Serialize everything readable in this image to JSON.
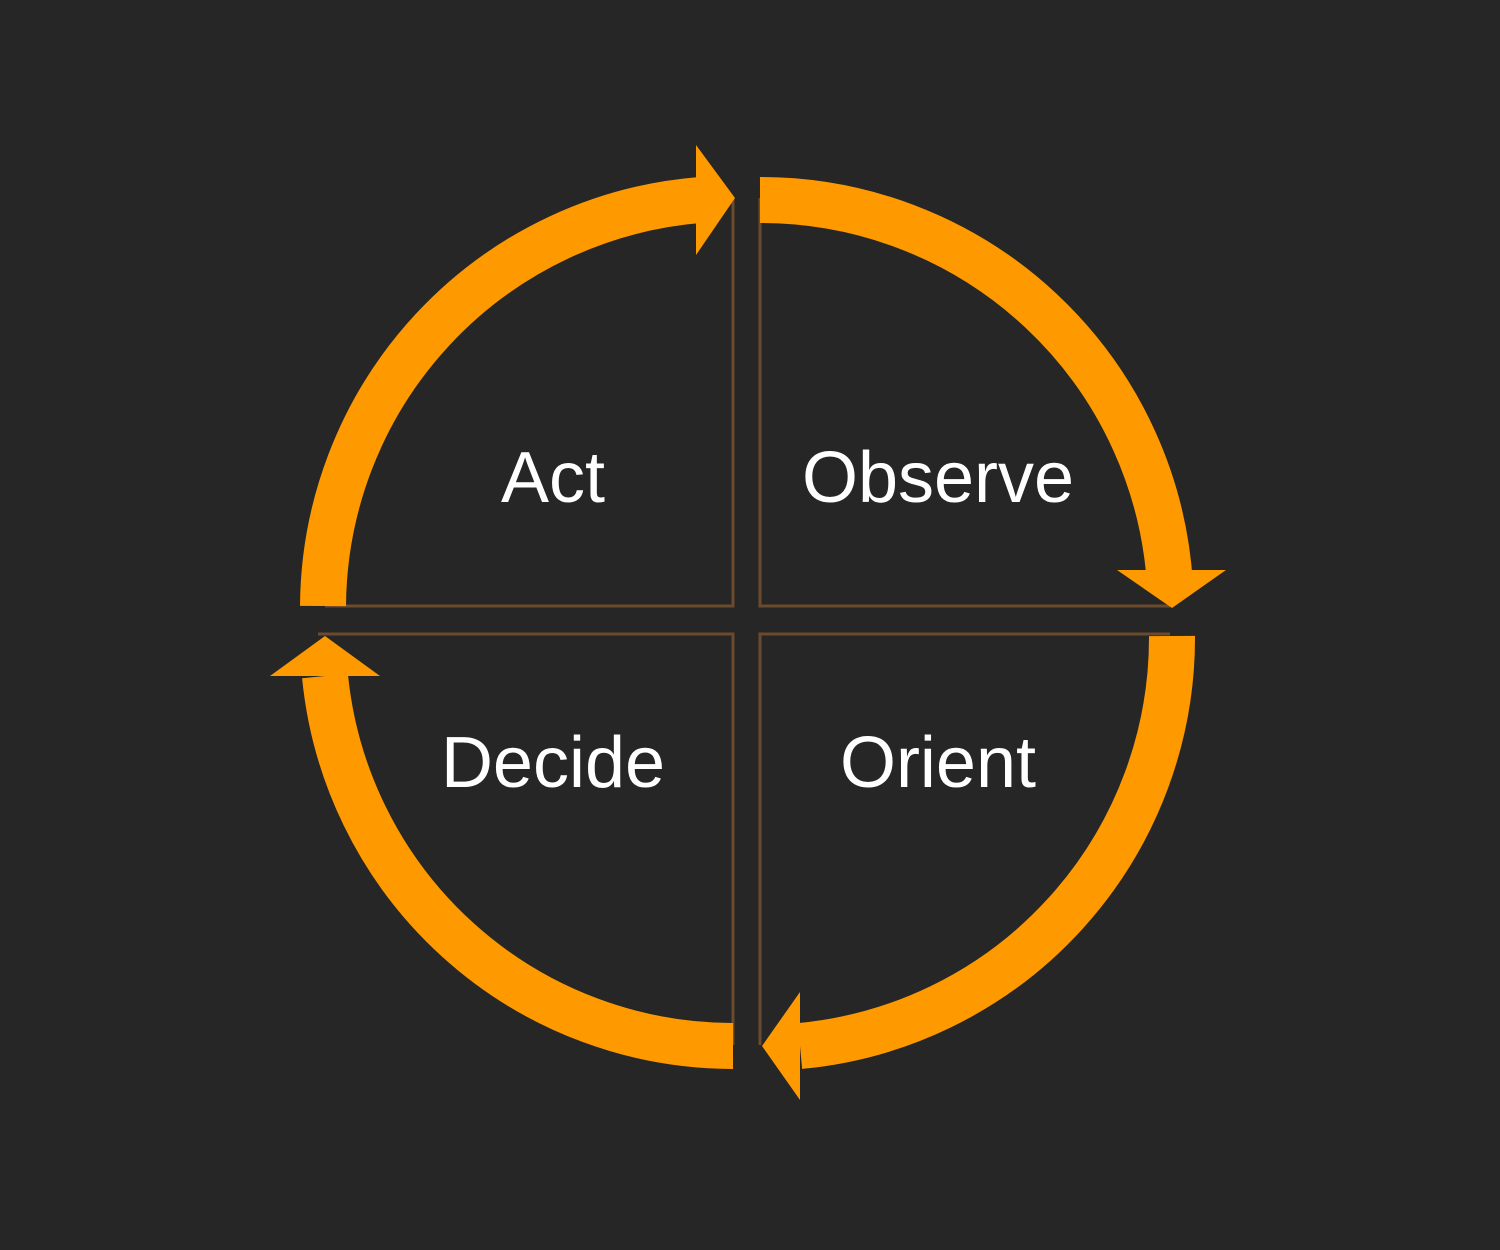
{
  "colors": {
    "background": "#262626",
    "arrow": "#ff9900",
    "divider": "#6b4a2e",
    "label": "#ffffff"
  },
  "quadrants": [
    {
      "id": "act",
      "label": "Act"
    },
    {
      "id": "observe",
      "label": "Observe"
    },
    {
      "id": "decide",
      "label": "Decide"
    },
    {
      "id": "orient",
      "label": "Orient"
    }
  ]
}
